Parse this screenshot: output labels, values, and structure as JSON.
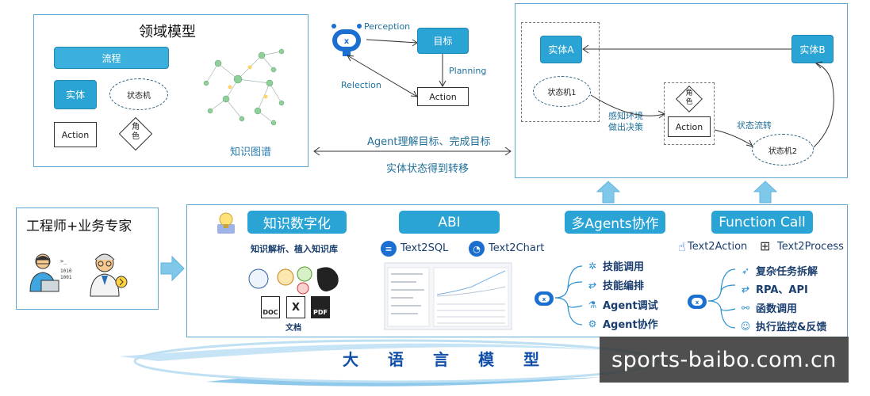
{
  "domain_model": {
    "title": "领域模型",
    "flow": "流程",
    "entity": "实体",
    "state_machine": "状态机",
    "action": "Action",
    "role": "角色",
    "knowledge_graph": "知识图谱"
  },
  "agent_loop": {
    "perception": "Perception",
    "goal": "目标",
    "planning": "Planning",
    "action": "Action",
    "relection": "Relection"
  },
  "middle": {
    "agent_understands": "Agent理解目标、完成目标",
    "entity_transition": "实体状态得到转移"
  },
  "entity_panel": {
    "entity_a": "实体A",
    "entity_b": "实体B",
    "state_machine_1": "状态机1",
    "state_machine_2": "状态机2",
    "perceive": "感知环境",
    "decide": "做出决策",
    "role": "角色",
    "action": "Action",
    "state_flow": "状态流转"
  },
  "experts": {
    "label": "工程师+业务专家"
  },
  "knowledge": {
    "title": "知识数字化",
    "subtitle": "知识解析、植入知识库",
    "doc_label": "文档",
    "doc": "DOC",
    "x": "X",
    "pdf": "PDF"
  },
  "abi": {
    "title": "ABI",
    "text2sql": "Text2SQL",
    "text2chart": "Text2Chart"
  },
  "multi_agents": {
    "title": "多Agents协作",
    "items": [
      "技能调用",
      "技能编排",
      "Agent调试",
      "Agent协作"
    ]
  },
  "function_call": {
    "title": "Function Call",
    "text2action": "Text2Action",
    "text2process": "Text2Process",
    "items": [
      "复杂任务拆解",
      "RPA、API",
      "函数调用",
      "执行监控&反馈"
    ]
  },
  "llm": {
    "chars": [
      "大",
      "语",
      "言",
      "模",
      "型"
    ]
  },
  "watermark": "sports-baibo.com.cn",
  "colors": {
    "accent": "#2aa4d4",
    "frame": "#5fa8d3",
    "text_blue": "#1f6f99",
    "deep_blue": "#0f4fa8"
  }
}
